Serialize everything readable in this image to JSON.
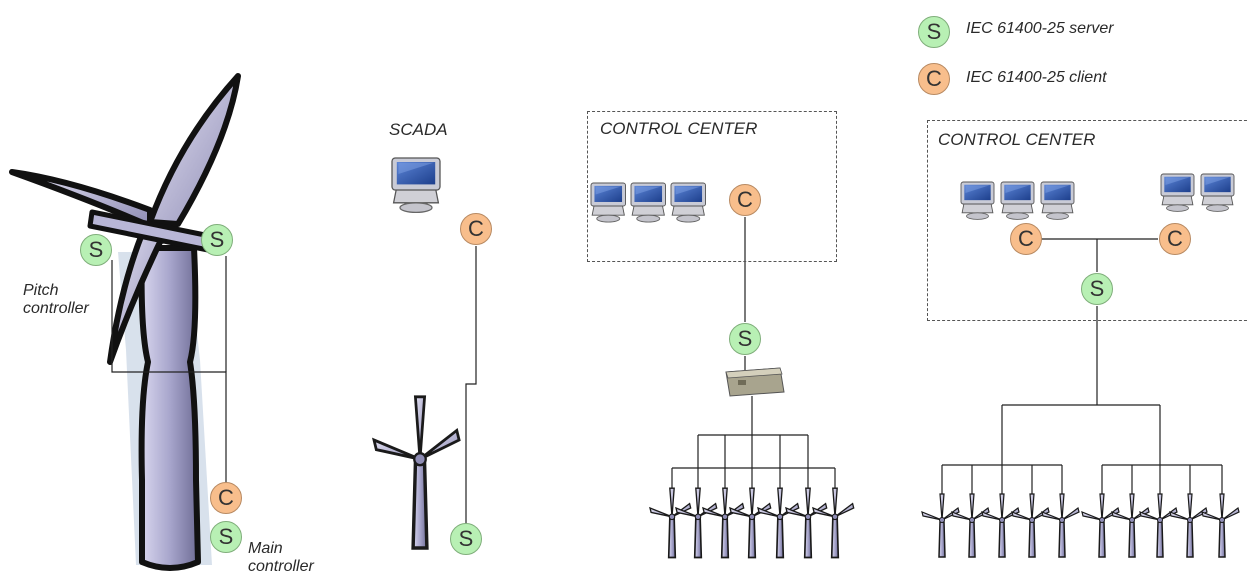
{
  "legend": {
    "server_letter": "S",
    "server_label": "IEC 61400-25 server",
    "client_letter": "C",
    "client_label": "IEC 61400-25 client"
  },
  "labels": {
    "pitch_controller_line1": "Pitch",
    "pitch_controller_line2": "controller",
    "main_controller_line1": "Main",
    "main_controller_line2": "controller",
    "scada": "SCADA",
    "control_center_1": "CONTROL CENTER",
    "control_center_2": "CONTROL CENTER"
  },
  "node_letters": {
    "server": "S",
    "client": "C"
  },
  "colors": {
    "server_fill": "#b8f0b4",
    "client_fill": "#f8be8c",
    "turbine_body": "#b8b6d6",
    "turbine_outline": "#1a1a1a",
    "monitor_screen": "#2a55a8",
    "line": "#222222"
  },
  "icons": [
    "wind-turbine-icon",
    "computer-monitor-icon",
    "substation-box-icon"
  ]
}
